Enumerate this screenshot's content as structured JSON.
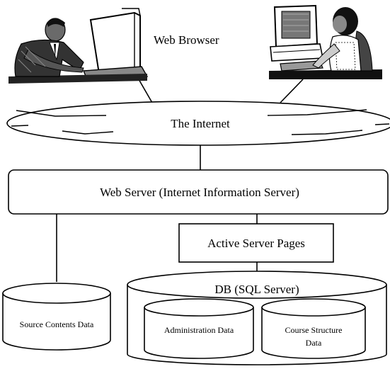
{
  "labels": {
    "web_browser": "Web Browser",
    "internet": "The Internet",
    "web_server": "Web Server (Internet Information Server)",
    "asp": "Active Server Pages",
    "db": "DB (SQL Server)",
    "source_contents": "Source Contents Data",
    "administration": "Administration Data",
    "course_structure_line1": "Course Structure",
    "course_structure_line2": "Data"
  },
  "figures": {
    "left": "man-at-computer-clipart",
    "right": "woman-at-computer-clipart"
  },
  "colors": {
    "stroke": "#000000",
    "fill": "#ffffff"
  }
}
